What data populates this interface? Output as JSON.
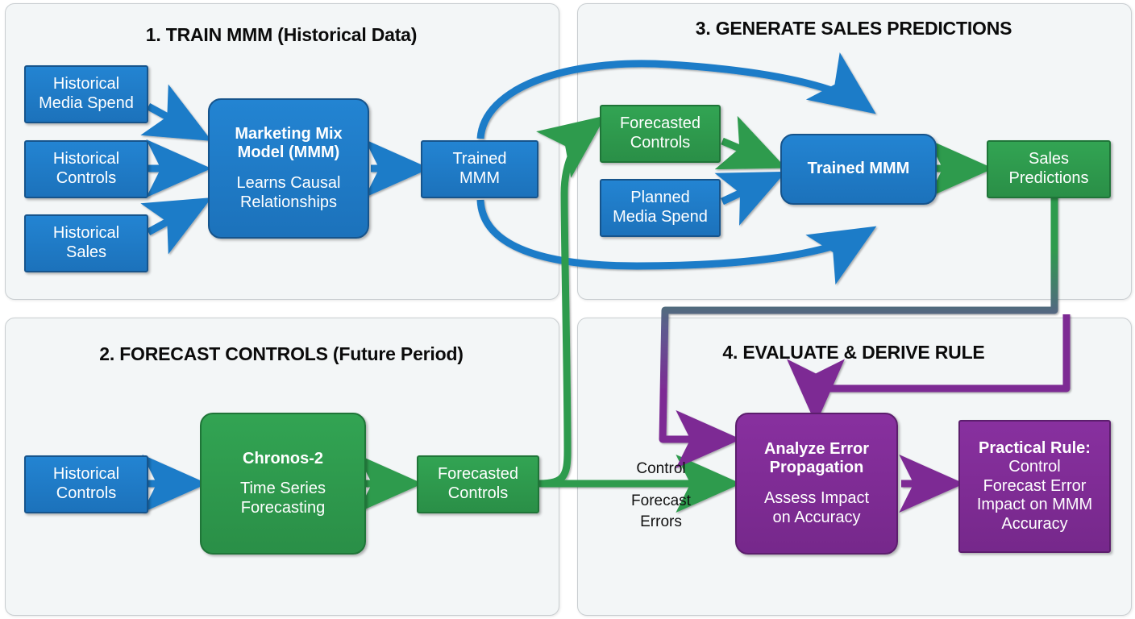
{
  "diagram": {
    "title_hidden": "MMM with Chronos-2 forecasted controls workflow",
    "colors": {
      "blue": "#1f7bc8",
      "blue_border": "#15528a",
      "green": "#2e9b4d",
      "green_border": "#1e7337",
      "purple": "#7d2b94",
      "purple_border": "#5a1d6b",
      "panel_bg": "#f3f6f7",
      "panel_border": "#c9ced1"
    }
  },
  "panels": [
    {
      "id": "panel-1",
      "title": "1. TRAIN MMM (Historical Data)",
      "nodes": [
        {
          "id": "historical-media-spend",
          "line1": "Historical",
          "line2": "Media Spend",
          "color": "blue"
        },
        {
          "id": "historical-controls-1",
          "line1": "Historical",
          "line2": "Controls",
          "color": "blue"
        },
        {
          "id": "historical-sales",
          "line1": "Historical",
          "line2": "Sales",
          "color": "blue"
        },
        {
          "id": "marketing-mix-model",
          "line1": "Marketing Mix",
          "line2": "Model (MMM)",
          "sub1": "Learns Causal",
          "sub2": "Relationships",
          "color": "blue"
        },
        {
          "id": "trained-mmm-1",
          "line1": "Trained",
          "line2": "MMM",
          "color": "blue"
        }
      ]
    },
    {
      "id": "panel-3",
      "title": "3. GENERATE SALES PREDICTIONS",
      "nodes": [
        {
          "id": "forecasted-controls-3",
          "line1": "Forecasted",
          "line2": "Controls",
          "color": "green"
        },
        {
          "id": "planned-media-spend",
          "line1": "Planned",
          "line2": "Media Spend",
          "color": "blue"
        },
        {
          "id": "trained-mmm-3",
          "line1": "Trained MMM",
          "color": "blue"
        },
        {
          "id": "sales-predictions",
          "line1": "Sales",
          "line2": "Predictions",
          "color": "green"
        }
      ]
    },
    {
      "id": "panel-2",
      "title": "2. FORECAST CONTROLS (Future Period)",
      "nodes": [
        {
          "id": "historical-controls-2",
          "line1": "Historical",
          "line2": "Controls",
          "color": "blue"
        },
        {
          "id": "chronos-2",
          "line1": "Chronos-2",
          "sub1": "Time Series",
          "sub2": "Forecasting",
          "color": "green"
        },
        {
          "id": "forecasted-controls-2",
          "line1": "Forecasted",
          "line2": "Controls",
          "color": "green"
        }
      ]
    },
    {
      "id": "panel-4",
      "title": "4. EVALUATE & DERIVE RULE",
      "nodes": [
        {
          "id": "analyze-error-propagation",
          "line1": "Analyze Error",
          "line2": "Propagation",
          "sub1": "Assess Impact",
          "sub2": "on Accuracy",
          "color": "purple"
        },
        {
          "id": "practical-rule",
          "line1": "Practical Rule:",
          "line2": "Control",
          "line3": "Forecast Error",
          "line4": "Impact on MMM",
          "line5": "Accuracy",
          "color": "purple"
        }
      ],
      "edge_labels": [
        {
          "id": "control-forecast-errors-top",
          "text": "Control"
        },
        {
          "id": "control-forecast-errors-mid",
          "text": "Forecast"
        },
        {
          "id": "control-forecast-errors-bot",
          "text": "Errors"
        }
      ]
    }
  ]
}
